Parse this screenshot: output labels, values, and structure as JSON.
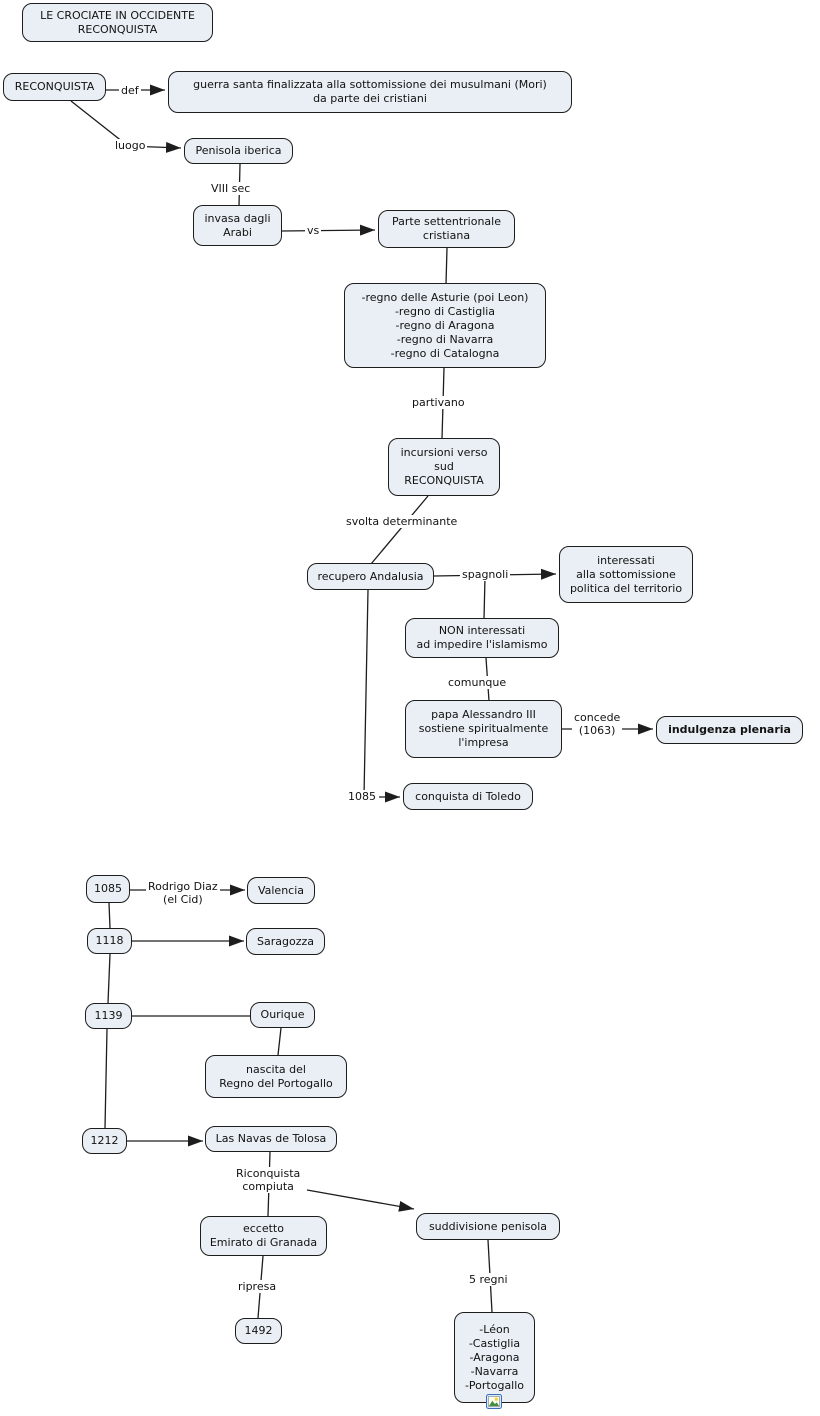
{
  "nodes": {
    "title": "LE CROCIATE IN OCCIDENTE\nRECONQUISTA",
    "reconquista": "RECONQUISTA",
    "definizione": "guerra santa finalizzata alla sottomissione dei musulmani (Mori)\nda parte dei cristiani",
    "penisola_iberica": "Penisola iberica",
    "invasa_arabi": "invasa dagli\nArabi",
    "parte_settentrionale": "Parte settentrionale\ncristiana",
    "regni_cristiani": "-regno delle Asturie (poi Leon)\n-regno di Castiglia\n-regno di Aragona\n-regno di Navarra\n-regno di Catalogna",
    "incursioni": "incursioni verso\nsud\nRECONQUISTA",
    "recupero_andalusia": "recupero Andalusia",
    "interessati": "interessati\nalla sottomissione\npolitica del territorio",
    "non_interessati": "NON interessati\nad impedire l'islamismo",
    "papa_alessandro": "papa Alessandro III\nsostiene spiritualmente\nl'impresa",
    "indulgenza_plenaria": "indulgenza plenaria",
    "conquista_toledo": "conquista di Toledo",
    "anno_1085": "1085",
    "valencia": "Valencia",
    "anno_1118": "1118",
    "saragozza": "Saragozza",
    "anno_1139": "1139",
    "ourique": "Ourique",
    "nascita_portogallo": "nascita del\nRegno del Portogallo",
    "anno_1212": "1212",
    "las_navas": "Las Navas de Tolosa",
    "eccetto_granada": "eccetto\nEmirato di Granada",
    "suddivisione_penisola": "suddivisione penisola",
    "anno_1492": "1492",
    "cinque_regni": "-Léon\n-Castiglia\n-Aragona\n-Navarra\n-Portogallo"
  },
  "links": {
    "def": "def",
    "luogo": "luogo",
    "viii_sec": "VIII sec",
    "vs": "vs",
    "partivano": "partivano",
    "svolta_determinante": "svolta determinante",
    "spagnoli": "spagnoli",
    "comunque": "comunque",
    "concede_1063": "concede\n(1063)",
    "anno_1085": "1085",
    "rodrigo_diaz": "Rodrigo Diaz\n(el Cid)",
    "riconquista_compiuta": "Riconquista\ncompiuta",
    "ripresa": "ripresa",
    "cinque_regni": "5 regni"
  },
  "icons": {
    "resource": "image-resource-icon"
  },
  "colors": {
    "background": "#ffffff",
    "node_fill": "#e9eff4",
    "node_border": "#1d1d1d",
    "line": "#1d1d1d",
    "text": "#121212",
    "resource_icon_frame": "#3b6fb5"
  }
}
